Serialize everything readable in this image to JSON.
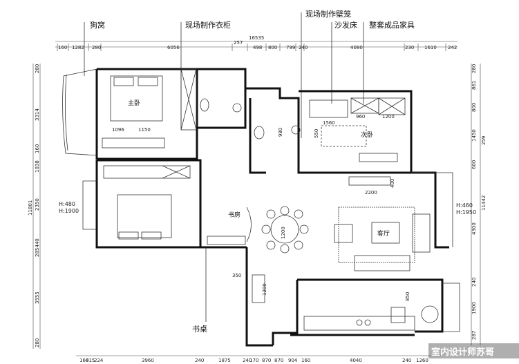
{
  "callouts": {
    "dog_house": "狗窝",
    "wardrobe": "现场制作衣柜",
    "wall_niche": "现场制作壁笼",
    "sofa_bed": "沙发床",
    "furniture": "整套成品家具",
    "desk": "书桌"
  },
  "rooms": {
    "master": "主卧",
    "second": "次卧",
    "study": "书房",
    "living": "客厅"
  },
  "heights": {
    "left_h": "H:480",
    "left_h1": "H:1900",
    "right_h": "H:460",
    "right_h1": "H:1950"
  },
  "dims_top_total": "16535",
  "dims_top": [
    "160",
    "1282",
    "280",
    "6056",
    "257",
    "498",
    "800",
    "799",
    "240",
    "4080",
    "230",
    "1610",
    "242"
  ],
  "dims_bottom": [
    "160",
    "415",
    "224",
    "3960",
    "240",
    "1875",
    "240",
    "170",
    "870",
    "870",
    "904",
    "160",
    "4040",
    "240",
    "1260"
  ],
  "dims_left": [
    "280",
    "3314",
    "160",
    "1038",
    "2350",
    "285440",
    "3555",
    "280"
  ],
  "dims_left_total": "11801",
  "dims_right": [
    "280",
    "861",
    "800",
    "1450",
    "600",
    "4300",
    "240",
    "1900",
    "287"
  ],
  "dims_right_extra": [
    "259",
    "11442"
  ],
  "inner_dims": {
    "master_a": "1096",
    "master_b": "1150",
    "second_a": "960",
    "second_b": "1200",
    "second_c": "1560",
    "bath": "980",
    "second_d": "550",
    "living_a": "2200",
    "living_b": "400",
    "dining": "1200",
    "desk_a": "350",
    "desk_b": "1200",
    "kitchen": "850"
  },
  "watermark": "室内设计师苏哥"
}
